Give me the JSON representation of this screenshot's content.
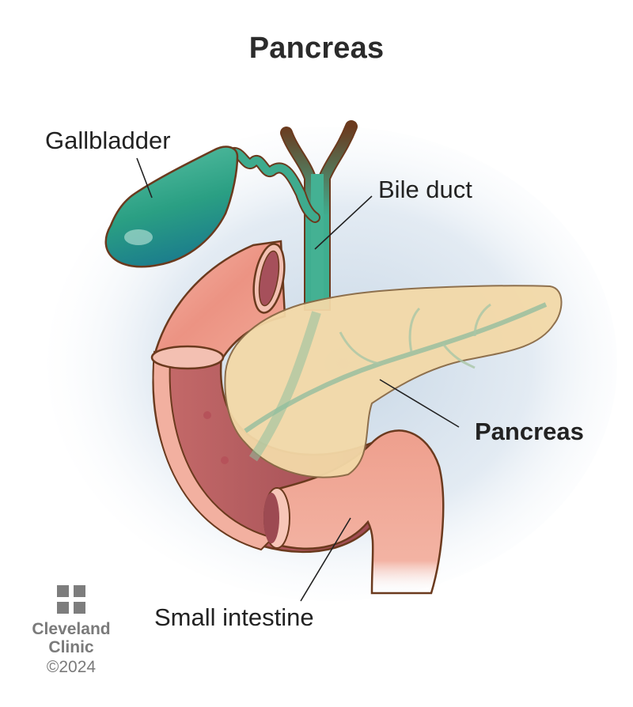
{
  "title": "Pancreas",
  "labels": {
    "gallbladder": "Gallbladder",
    "bile_duct": "Bile duct",
    "pancreas": "Pancreas",
    "small_intestine": "Small intestine"
  },
  "logo": {
    "line1": "Cleveland",
    "line2": "Clinic",
    "copyright": "©2024"
  },
  "colors": {
    "title_text": "#2b2b2b",
    "label_text": "#222222",
    "gallbladder_green": "#2fa588",
    "pancreas_tan": "#f3d9a8",
    "intestine_pink": "#ec9a8a",
    "outline_brown": "#6b3a1e",
    "background_halo": "#dbe6f0",
    "logo_gray": "#7a7a7a"
  }
}
